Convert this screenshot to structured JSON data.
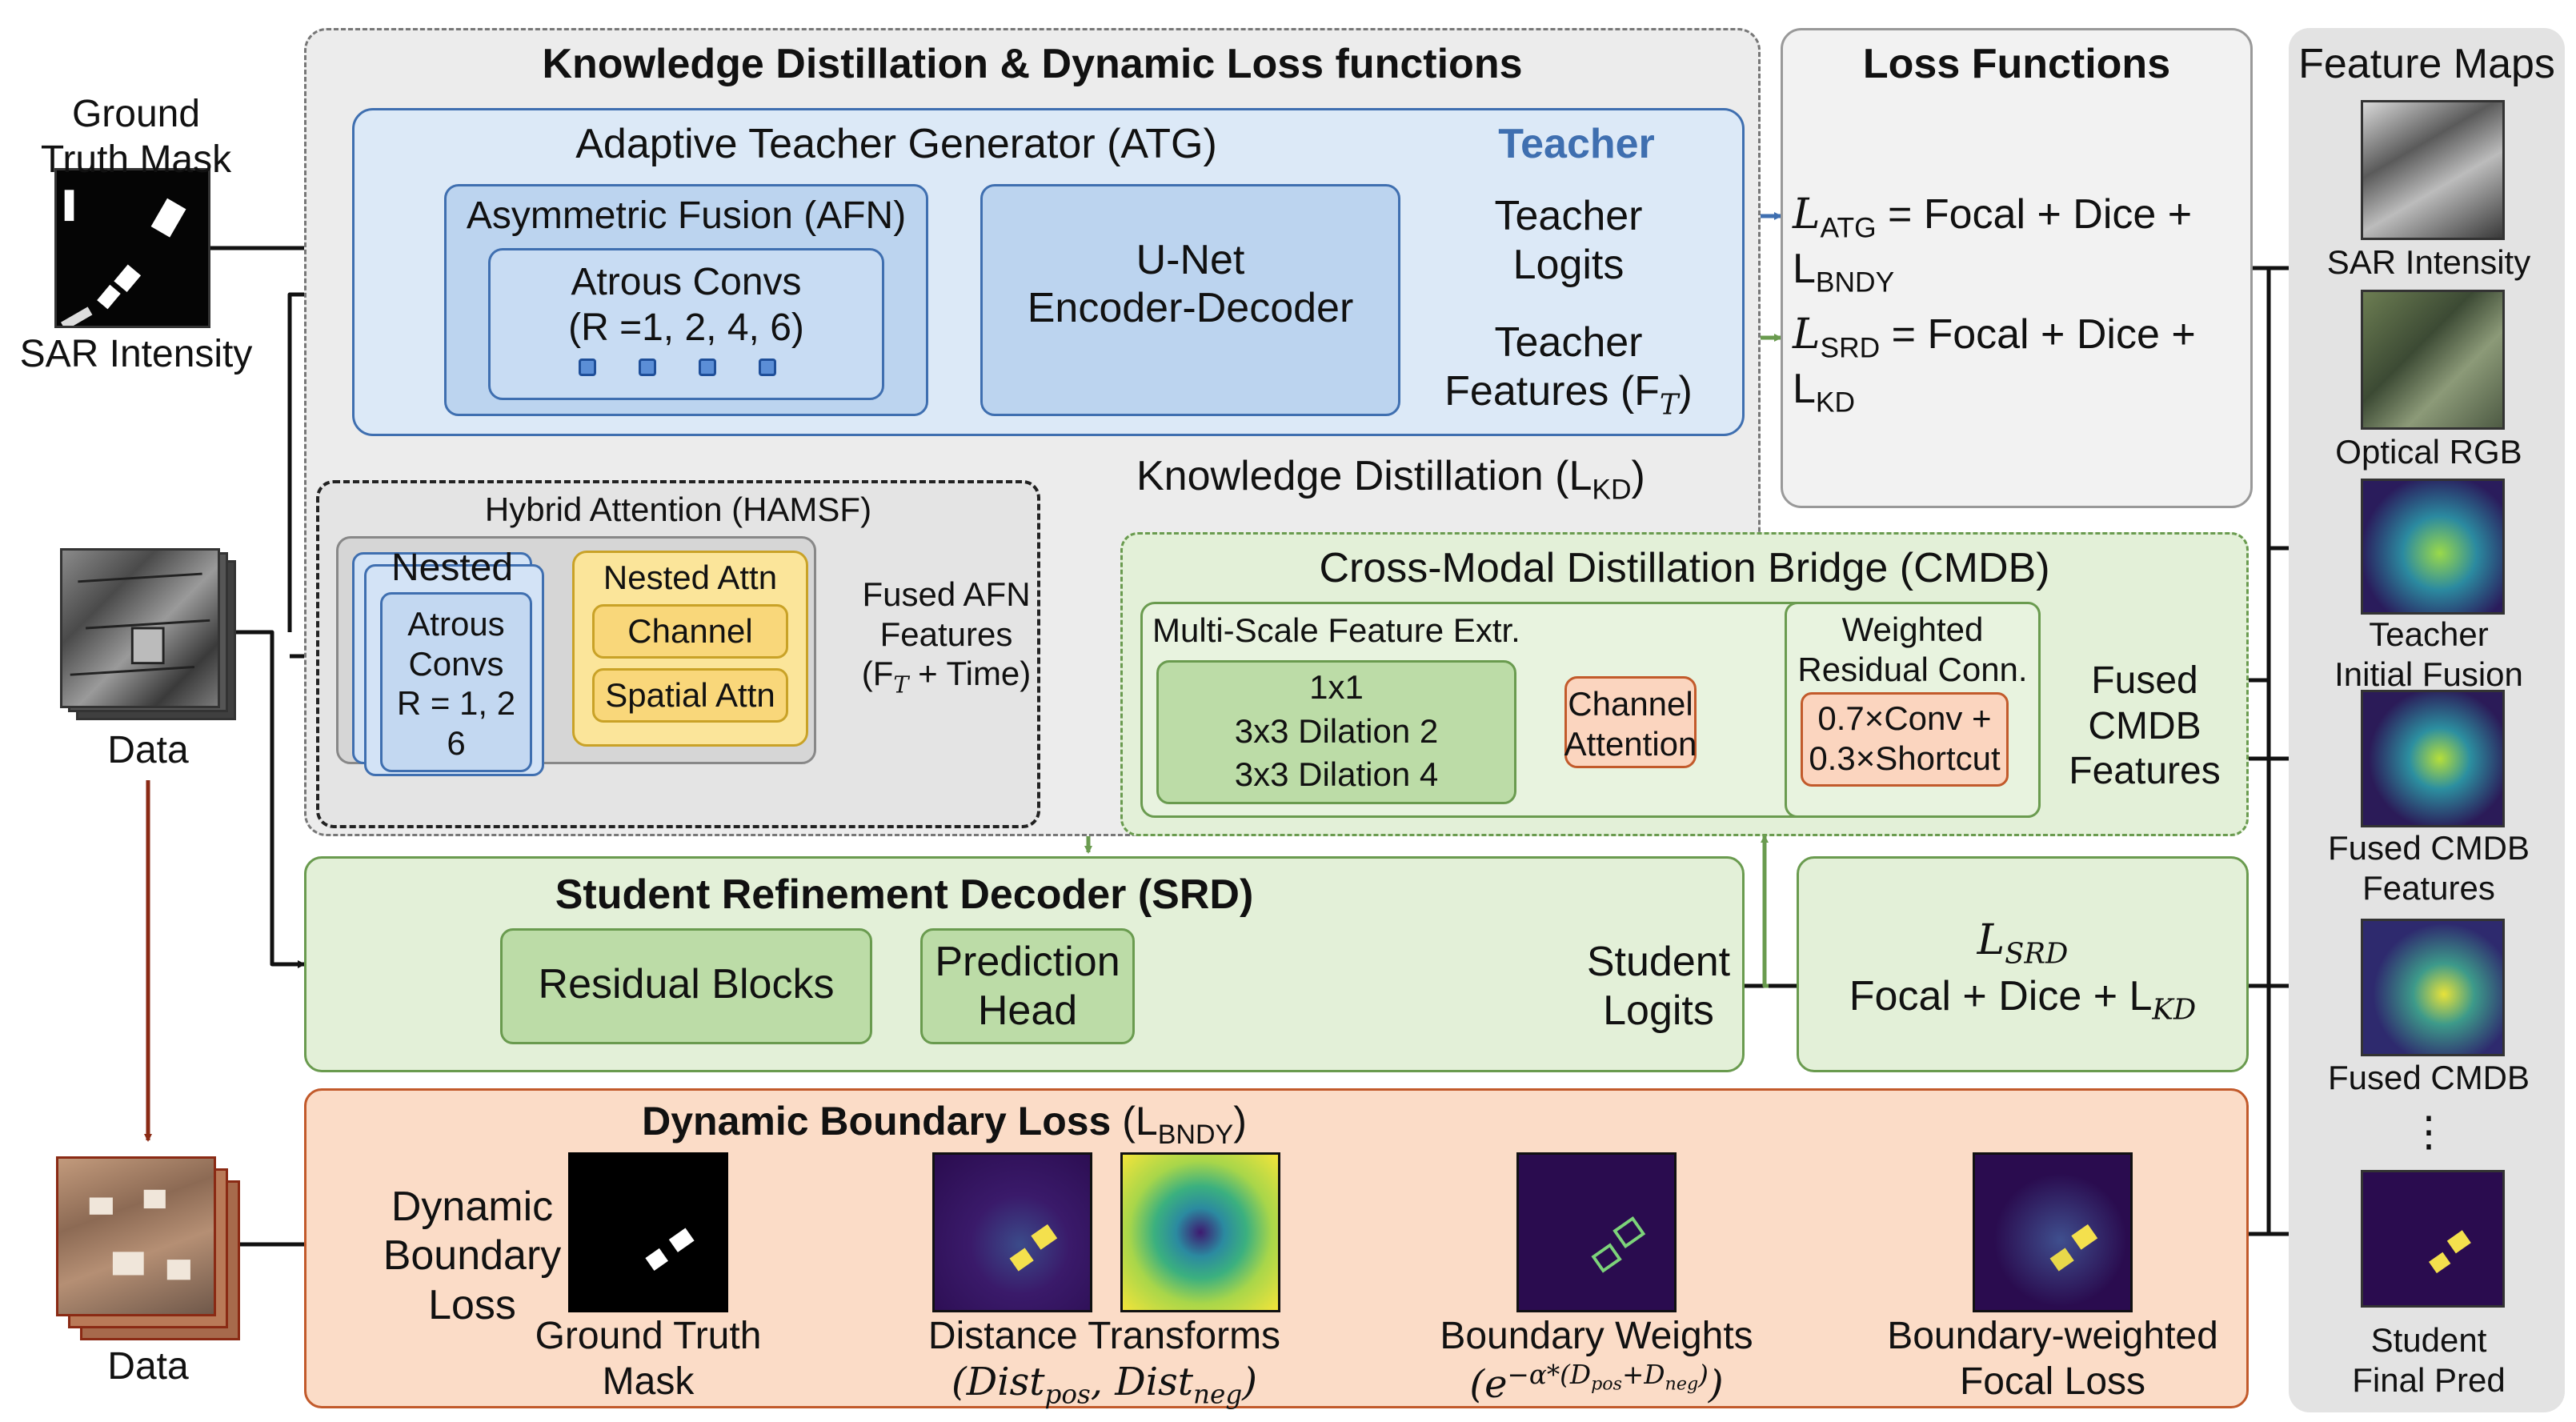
{
  "sections": {
    "kd_title": "Knowledge Distillation & Dynamic Loss functions",
    "loss_title": "Loss Functions",
    "feature_title": "Feature Maps"
  },
  "inputs": {
    "gt_label": "Ground Truth Mask",
    "sar_label": "SAR Intensity",
    "data_label": "Data",
    "data2_label": "Data"
  },
  "atg": {
    "title": "Adaptive Teacher Generator (ATG)",
    "teacher_tag": "Teacher",
    "afn_title": "Asymmetric Fusion (AFN)",
    "atrous_line1": "Atrous Convs",
    "atrous_line2": "(R =1, 2, 4, 6)",
    "unet_line1": "U-Net",
    "unet_line2": "Encoder-Decoder",
    "teacher_logits_1": "Teacher",
    "teacher_logits_2": "Logits",
    "teacher_features_1": "Teacher",
    "teacher_features_2": "Features (F",
    "teacher_features_sub": "T",
    "teacher_features_end": ")"
  },
  "kd_label": "Knowledge Distillation (L",
  "kd_label_sub": "KD",
  "kd_label_end": ")",
  "hamsf": {
    "title": "Hybrid Attention (HAMSF)",
    "nested": "Nested",
    "atrous_1": "Atrous",
    "atrous_2": "Convs",
    "atrous_3": "R = 1, 2",
    "atrous_4": "6",
    "nested_attn": "Nested Attn",
    "channel": "Channel",
    "spatial": "Spatial Attn",
    "fused_1": "Fused AFN",
    "fused_2": "Features",
    "fused_3": "(F",
    "fused_3_sub": "T",
    "fused_3_end": " + Time)"
  },
  "losses": {
    "atg_prefix": "L",
    "atg_sub": "ATG",
    "atg_eq": " = Focal + Dice + L",
    "atg_sub2": "BNDY",
    "srd_prefix": "L",
    "srd_sub": "SRD",
    "srd_eq": " = Focal + Dice + L",
    "srd_sub2": "KD"
  },
  "cmdb": {
    "title": "Cross-Modal Distillation Bridge (CMDB)",
    "msfe": "Multi-Scale Feature Extr.",
    "conv_1": "1x1",
    "conv_2": "3x3 Dilation 2",
    "conv_3": "3x3 Dilation 4",
    "ca_1": "Channel",
    "ca_2": "Attention",
    "wrc_1": "Weighted",
    "wrc_2": "Residual Conn.",
    "mix_1": "0.7×Conv +",
    "mix_2": "0.3×Shortcut",
    "fused_1": "Fused",
    "fused_2": "CMDB",
    "fused_3": "Features"
  },
  "srd": {
    "title": "Student Refinement Decoder (SRD)",
    "residual": "Residual Blocks",
    "pred_1": "Prediction",
    "pred_2": "Head",
    "logits_1": "Student",
    "logits_2": "Logits",
    "loss_l": "L",
    "loss_sub": "SRD",
    "loss_eq": "Focal + Dice + L",
    "loss_eq_sub": "KD"
  },
  "bndy": {
    "title": "Dynamic Boundary Loss",
    "title_sym": "(L",
    "title_sub": "BNDY",
    "title_end": ")",
    "dyn_1": "Dynamic",
    "dyn_2": "Boundary",
    "dyn_3": "Loss",
    "gt_1": "Ground Truth",
    "gt_2": "Mask",
    "dt_1": "Distance Transforms",
    "dt_2": "(Dist",
    "dt_2_sub": "pos",
    "dt_2_mid": ", Dist",
    "dt_2_sub2": "neg",
    "dt_2_end": ")",
    "bw_1": "Boundary Weights",
    "bw_2": "(e",
    "bw_sup": "−α*(D",
    "bw_sup_sub": "pos",
    "bw_sup_mid": "+D",
    "bw_sup_sub2": "neg",
    "bw_sup_end": ")",
    "bw_end": ")",
    "bfl_1": "Boundary-weighted",
    "bfl_2": "Focal Loss"
  },
  "feature_maps": {
    "sar": "SAR Intensity",
    "rgb": "Optical RGB",
    "teacher_1": "Teacher",
    "teacher_2": "Initial Fusion",
    "cmdb_feat_1": "Fused CMDB",
    "cmdb_feat_2": "Features",
    "cmdb": "Fused CMDB",
    "ellipsis": "⋮",
    "student_1": "Student",
    "student_2": "Final Pred"
  },
  "colors": {
    "blue_fill": "#dce9f7",
    "blue_stroke": "#3f6fb0",
    "green_fill": "#e3f0d8",
    "green_stroke": "#6a9b4f",
    "yellow_fill": "#fbe59a",
    "orange_fill": "#fbd5bf",
    "orange_stroke": "#c25a2b",
    "teacher_tag": "#3f6fb0"
  }
}
